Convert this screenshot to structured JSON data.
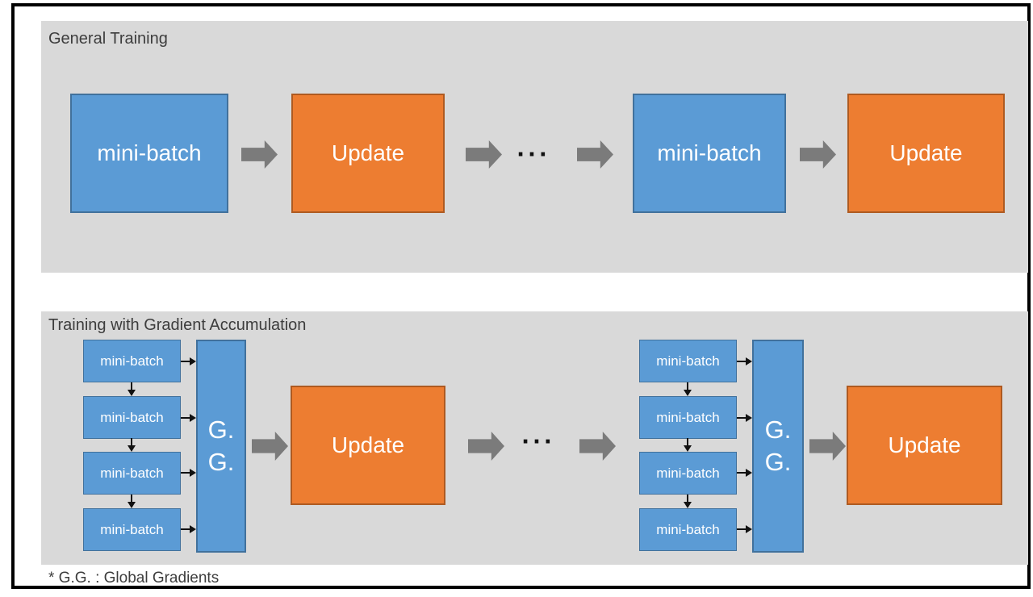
{
  "colors": {
    "page_bg": "#ffffff",
    "frame_border": "#000000",
    "panel_bg": "#d9d9d9",
    "blue_fill": "#5b9bd5",
    "blue_border": "#41719c",
    "orange_fill": "#ed7d31",
    "orange_border": "#ae5a21",
    "arrow_gray": "#7b7b7b",
    "small_arrow": "#111111",
    "title_text": "#3d3d3d",
    "box_text": "#ffffff"
  },
  "labels": {
    "mini_batch": "mini-batch",
    "update": "Update",
    "gg_line1": "G.",
    "gg_line2": "G.",
    "ellipsis": "···"
  },
  "panels": [
    {
      "title": "General Training"
    },
    {
      "title": "Training with Gradient Accumulation"
    }
  ],
  "footnote": "* G.G. : Global Gradients"
}
